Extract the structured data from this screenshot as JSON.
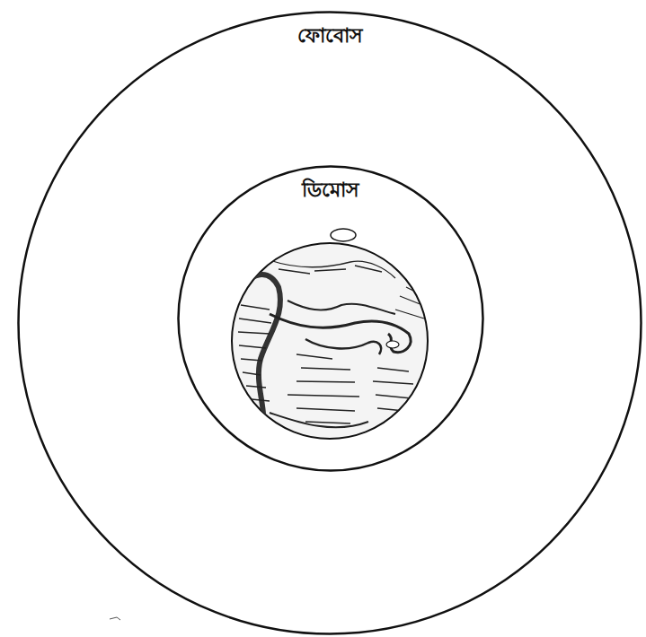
{
  "diagram": {
    "nodes": [
      {
        "text": [
          "ফোবোস"
        ]
      },
      {
        "text": [
          "ডিমোস"
        ],
        "in": 0
      }
    ]
  }
}
